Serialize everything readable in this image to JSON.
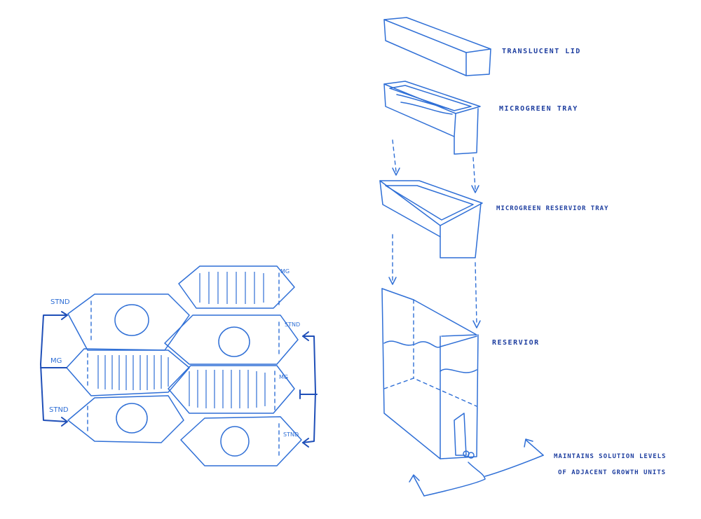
{
  "exploded_view": {
    "labels": {
      "lid": "TRANSLUCENT LID",
      "tray": "MICROGREEN TRAY",
      "reservoir_tray": "MICROGREEN RESERVIOR TRAY",
      "reservoir": "RESERVIOR",
      "note_line1": "MAINTAINS SOLUTION LEVELS",
      "note_line2": "OF ADJACENT GROWTH UNITS"
    }
  },
  "hex_layout": {
    "tags": {
      "stnd_top": "STND",
      "mg_left": "MG",
      "stnd_bottom_left": "STND",
      "mg_top_right": "MG",
      "stnd_right": "STND",
      "mg_mid_right": "MG",
      "stnd_bottom_right": "STND"
    }
  },
  "colors": {
    "ink": "#2f6fd6",
    "ink_dark": "#1f4fb8",
    "label": "#1f3fa0"
  }
}
